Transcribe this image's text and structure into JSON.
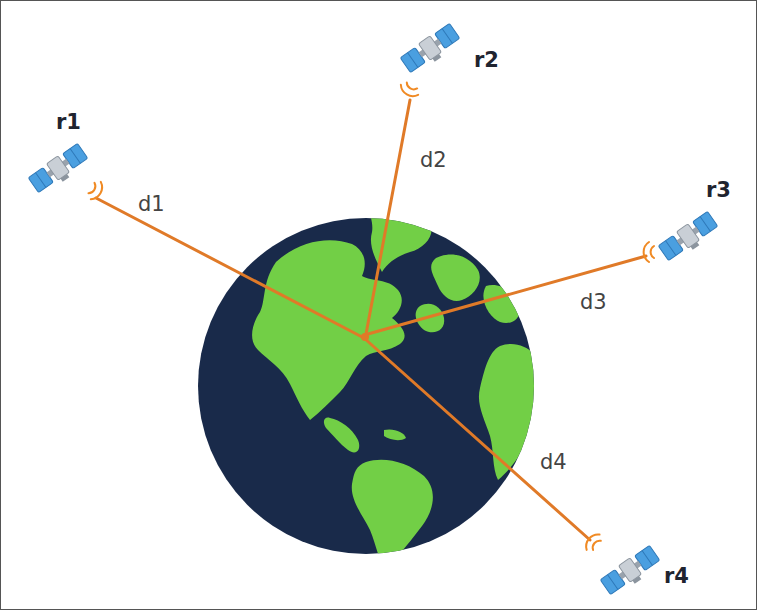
{
  "diagram": {
    "labels": [
      "r1",
      "r2",
      "r3",
      "r4",
      "d1",
      "d2",
      "d3",
      "d4"
    ]
  }
}
